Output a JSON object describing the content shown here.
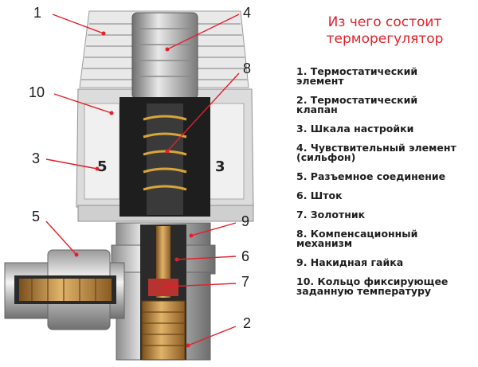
{
  "title_line1": "Из чего состоит",
  "title_line2": "терморегулятор",
  "legend": [
    {
      "line1": "1.  Термостатический",
      "line2": "элемент"
    },
    {
      "line1": "2.  Термостатический",
      "line2": "клапан"
    },
    {
      "line1": "3.  Шкала настройки",
      "line2": ""
    },
    {
      "line1": "4.  Чувствительный элемент",
      "line2": "(сильфон)"
    },
    {
      "line1": "5.  Разъемное соединение",
      "line2": ""
    },
    {
      "line1": "6.  Шток",
      "line2": ""
    },
    {
      "line1": "7.  Золотник",
      "line2": ""
    },
    {
      "line1": "8.  Компенсационный",
      "line2": "механизм"
    },
    {
      "line1": "9.  Накидная гайка",
      "line2": ""
    },
    {
      "line1": "10.  Кольцо фиксирующее",
      "line2": "заданную температуру"
    }
  ],
  "callouts": [
    "1",
    "4",
    "8",
    "10",
    "3",
    "9",
    "5",
    "6",
    "7",
    "2"
  ],
  "scale_digits": [
    "5",
    "3"
  ],
  "colors": {
    "title": "#e2202a",
    "text": "#1e1e1e",
    "arrow": "#e2202a",
    "brass": "#c99a4a"
  }
}
